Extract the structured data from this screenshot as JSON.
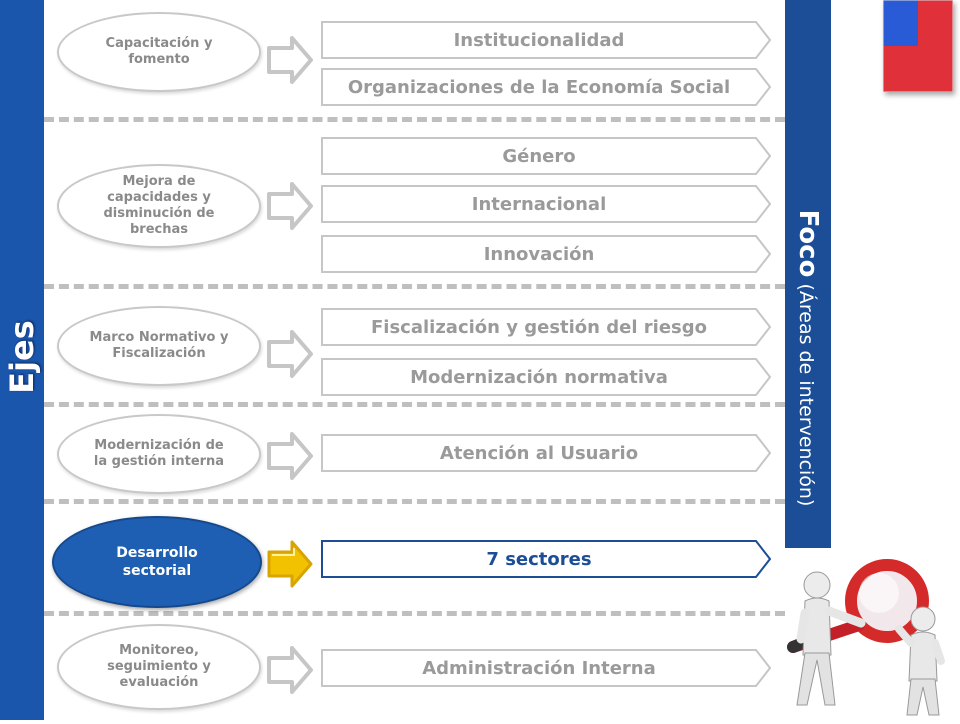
{
  "left_label": "Ejes",
  "right_label": {
    "main": "Foco",
    "sub": "(Áreas de intervención)"
  },
  "groups": [
    {
      "axis": "Capacitación y fomento",
      "active": false,
      "areas": [
        "Institucionalidad",
        "Organizaciones de la Economía Social"
      ]
    },
    {
      "axis": "Mejora de capacidades y disminución de brechas",
      "active": false,
      "areas": [
        "Género",
        "Internacional",
        "Innovación"
      ]
    },
    {
      "axis": "Marco Normativo y Fiscalización",
      "active": false,
      "areas": [
        "Fiscalización y gestión del riesgo",
        "Modernización normativa"
      ]
    },
    {
      "axis": "Modernización de la gestión interna",
      "active": false,
      "areas": [
        "Atención al Usuario"
      ]
    },
    {
      "axis": "Desarrollo sectorial",
      "active": true,
      "areas": [
        "7 sectores"
      ]
    },
    {
      "axis": "Monitoreo, seguimiento y evaluación",
      "active": false,
      "areas": [
        "Administración Interna"
      ]
    }
  ],
  "colors": {
    "bar_blue": "#1a56ac",
    "active_blue": "#1e5fb4",
    "active_arrow": "#f2c200",
    "gray_text": "#8a8a8a",
    "flag_blue": "#2a5bd6",
    "flag_red": "#e0303a"
  },
  "icons": [
    "chile-flag-icon",
    "magnifier-people-icon",
    "right-arrow-icon"
  ]
}
